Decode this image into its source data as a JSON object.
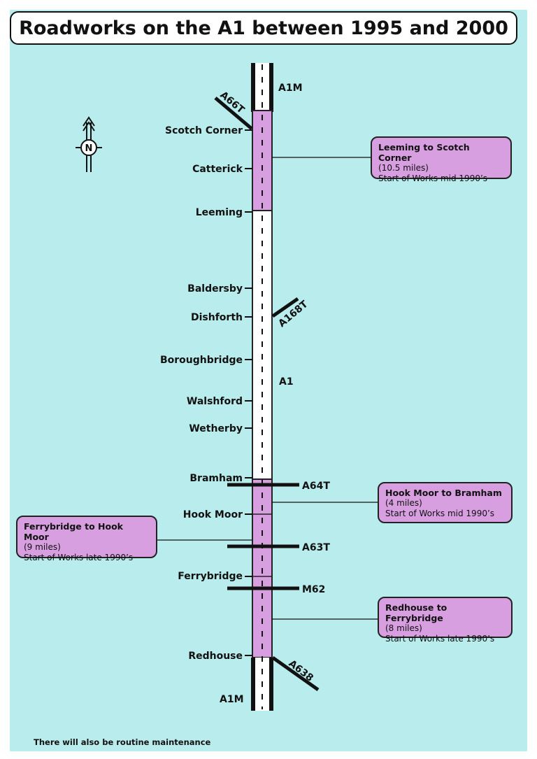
{
  "title": "Roadworks on the A1 between 1995 and 2000",
  "compass": {
    "letter": "N"
  },
  "roads": {
    "top": "A1M",
    "bottom": "A1M",
    "middle": "A1",
    "a66t": "A66T",
    "a168t": "A168T",
    "a64t": "A64T",
    "a63t": "A63T",
    "m62": "M62",
    "a638": "A638"
  },
  "places": [
    "Scotch Corner",
    "Catterick",
    "Leeming",
    "Baldersby",
    "Dishforth",
    "Boroughbridge",
    "Walshford",
    "Wetherby",
    "Bramham",
    "Hook Moor",
    "Ferrybridge",
    "Redhouse"
  ],
  "callouts": [
    {
      "title": "Leeming to Scotch Corner",
      "length": "(10.5 miles)",
      "start": "Start of Works mid 1990’s"
    },
    {
      "title": "Hook Moor to Bramham",
      "length": "(4 miles)",
      "start": "Start of Works mid 1990’s"
    },
    {
      "title": "Ferrybridge to Hook Moor",
      "length": "(9 miles)",
      "start": "Start of Works late 1990’s"
    },
    {
      "title": "Redhouse to Ferrybridge",
      "length": "(8 miles)",
      "start": "Start of Works late 1990’s"
    }
  ],
  "footnote": "There will also be routine maintenance",
  "colors": {
    "background": "#b9ecec",
    "roadworks": "#d79ee0"
  }
}
